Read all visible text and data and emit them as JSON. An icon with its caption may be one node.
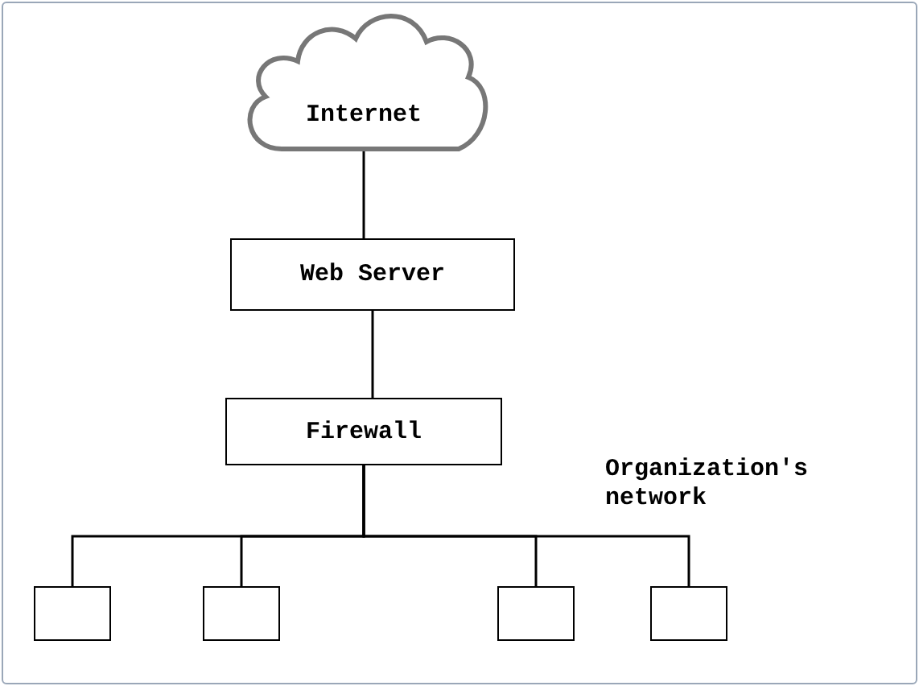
{
  "diagram": {
    "nodes": [
      {
        "text": [
          "Internet"
        ]
      },
      {
        "text": [
          "Web Server"
        ]
      },
      {
        "text": [
          "Firewall"
        ]
      },
      {
        "text": [],
        "shape": "box"
      },
      {
        "text": [],
        "shape": "box"
      },
      {
        "text": [],
        "shape": "box"
      },
      {
        "text": [],
        "shape": "box"
      }
    ],
    "edges": [
      {
        "from": 0,
        "to": 1,
        "arrow": "none"
      },
      {
        "from": 1,
        "to": 2,
        "arrow": "none"
      },
      {
        "from": 2,
        "to": 3,
        "arrow": "none"
      },
      {
        "from": 2,
        "to": 4,
        "arrow": "none"
      },
      {
        "from": 2,
        "to": 5,
        "arrow": "none"
      },
      {
        "from": 2,
        "to": 6,
        "arrow": "none"
      }
    ],
    "labels": [
      "Organization's network"
    ]
  }
}
